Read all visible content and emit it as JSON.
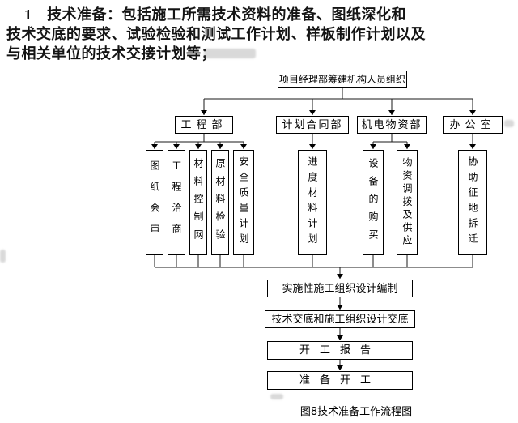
{
  "paragraph": {
    "lines": [
      "1　技术准备：包括施工所需技术资料的准备、图纸深化和",
      "技术交底的要求、试验检验和测试工作计划、样板制作计划以及",
      "与相关单位的技术交接计划等；"
    ]
  },
  "flowchart": {
    "root": "项目经理部筹建机构人员组织",
    "departments": [
      {
        "label": "工程部",
        "children": [
          "图纸会审",
          "工程洽商",
          "材料控制网",
          "原材料检验",
          "安全质量计划"
        ]
      },
      {
        "label": "计划合同部",
        "children": [
          "进度材料计划"
        ]
      },
      {
        "label": "机电物资部",
        "children": [
          "设备的购买",
          "物资调拨及供应"
        ]
      },
      {
        "label": "办公室",
        "children": [
          "协助征地拆迁"
        ]
      }
    ],
    "sequence": [
      "实施性施工组织设计编制",
      "技术交底和施工组织设计交底",
      "开工报告",
      "准备开工"
    ],
    "caption": "图8技术准备工作流程图"
  }
}
